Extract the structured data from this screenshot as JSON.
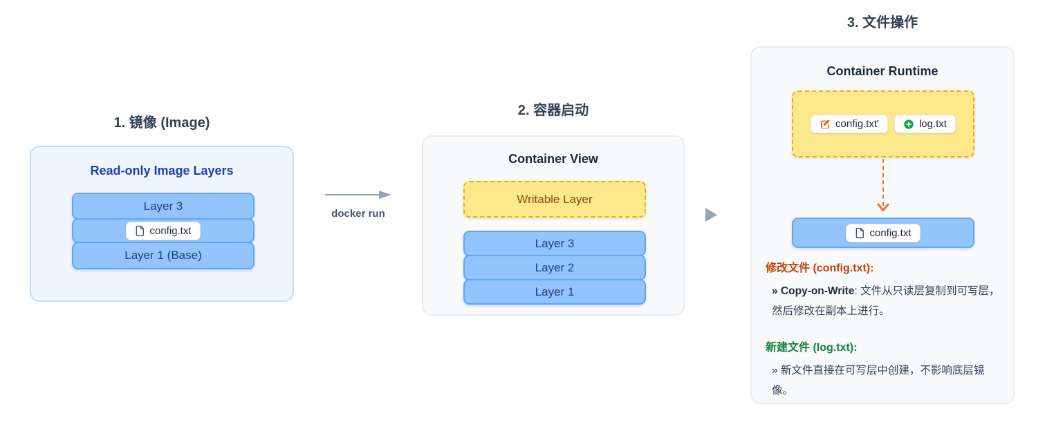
{
  "colors": {
    "layer_blue": "#93c5fd",
    "layer_border": "#60a5fa",
    "writable_yellow": "#fde88a",
    "writable_dash": "#eab308",
    "orange_accent": "#f97316",
    "modify_red": "#c2410c",
    "create_green": "#15803d",
    "panel_blue_bg": "#eff6ff",
    "panel_gray_bg": "#f8fafc"
  },
  "image_section": {
    "title": "1. 镜像 (Image)",
    "heading": "Read-only Image Layers",
    "layer_top": "Layer 3",
    "file_badge": "config.txt",
    "layer_base": "Layer 1 (Base)"
  },
  "docker_run": {
    "label": "docker run"
  },
  "container_section": {
    "title": "2. 容器启动",
    "heading": "Container View",
    "writable_label": "Writable Layer",
    "layers": [
      "Layer 3",
      "Layer 2",
      "Layer 1"
    ]
  },
  "files_section": {
    "title": "3. 文件操作",
    "heading": "Container Runtime",
    "modified_file_badge": "config.txt'",
    "new_file_badge": "log.txt",
    "source_file_badge": "config.txt",
    "modify_heading": "修改文件 (config.txt):",
    "modify_term": "» Copy-on-Write",
    "modify_text": ": 文件从只读层复制到可写层，然后修改在副本上进行。",
    "create_heading": "新建文件 (log.txt):",
    "create_text": "» 新文件直接在可写层中创建，不影响底层镜像。"
  }
}
